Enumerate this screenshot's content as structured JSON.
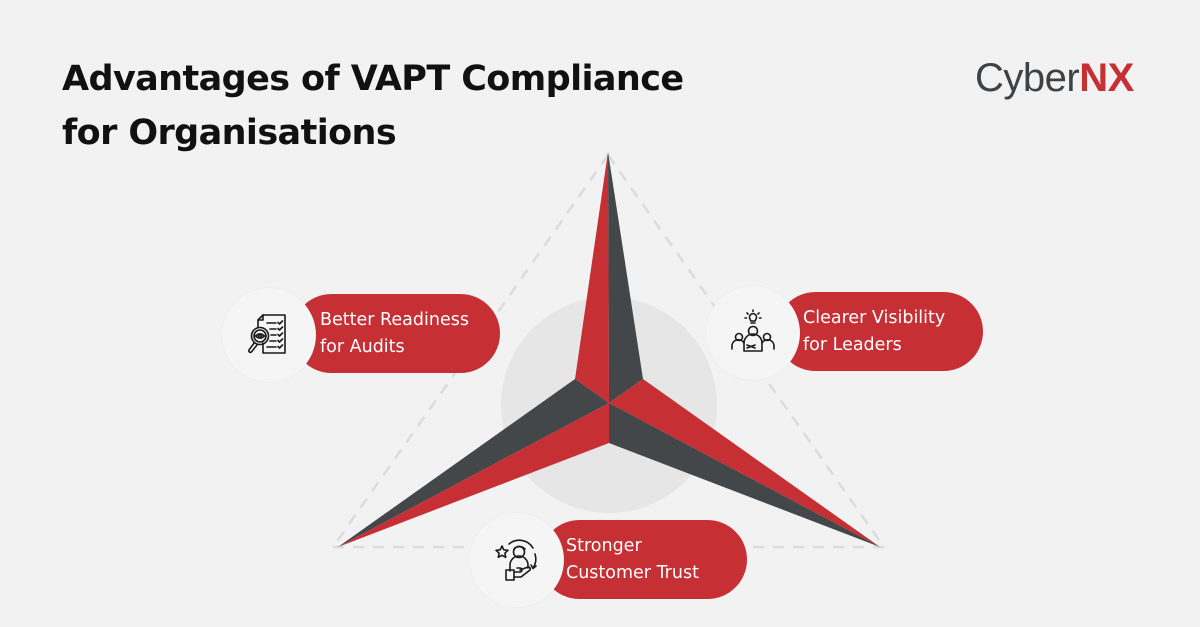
{
  "title": {
    "line1": "Advantages of VAPT Compliance",
    "line2": "for Organisations"
  },
  "logo": {
    "text_main": "Cyber",
    "text_accent": "NX"
  },
  "colors": {
    "background": "#f2f2f2",
    "accent_red": "#c62f34",
    "dark_gray": "#43474a",
    "circle_gray": "#e6e6e6",
    "bubble_white": "#f5f5f5",
    "dashed_line": "#dcdcdc"
  },
  "benefits": [
    {
      "id": "audits",
      "icon": "audit-checklist-magnifier-icon",
      "line1": "Better Readiness",
      "line2": "for Audits"
    },
    {
      "id": "leaders",
      "icon": "leader-team-lightbulb-icon",
      "line1": "Clearer Visibility",
      "line2": "for Leaders"
    },
    {
      "id": "trust",
      "icon": "customer-star-hand-icon",
      "line1": "Stronger",
      "line2": "Customer Trust"
    }
  ]
}
